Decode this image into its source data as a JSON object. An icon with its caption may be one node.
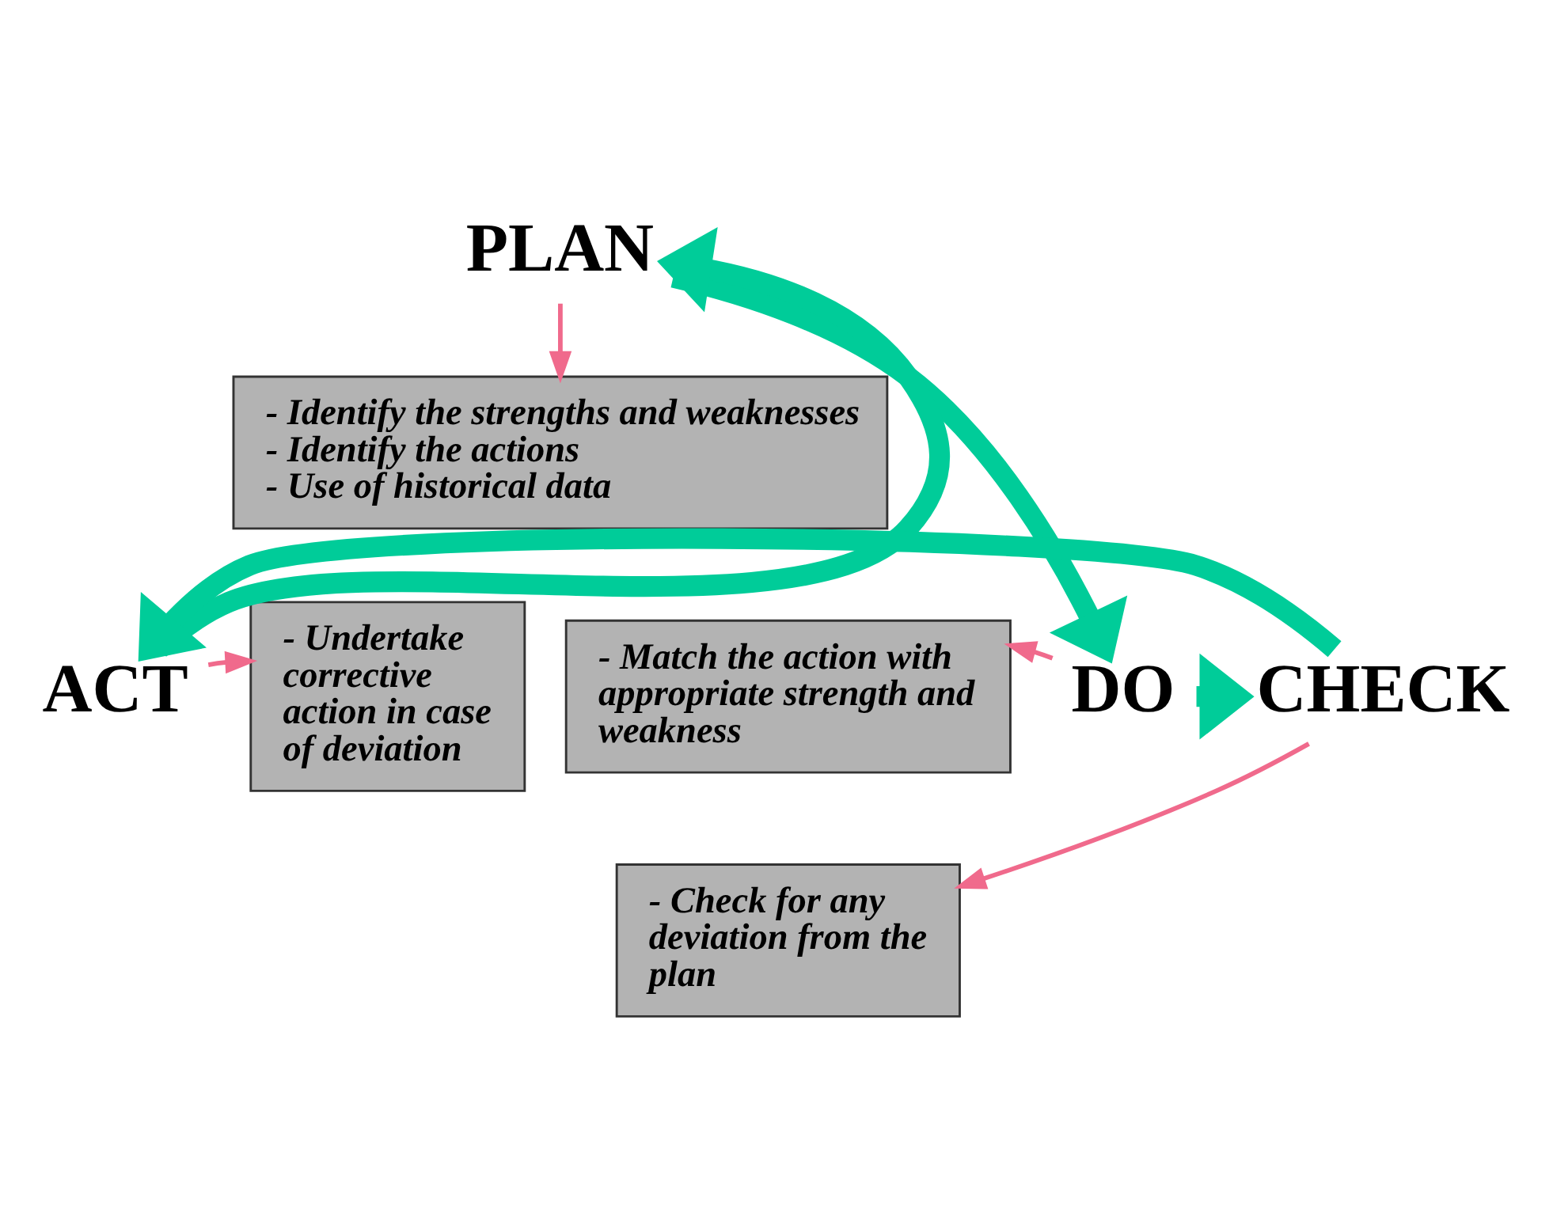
{
  "diagram": {
    "nodes": [
      {
        "text": [
          "PLAN"
        ]
      },
      {
        "text": [
          "- Identify the strengths and weaknesses",
          "- Identify the actions",
          "- Use of historical data"
        ]
      },
      {
        "text": [
          "ACT"
        ]
      },
      {
        "text": [
          "- Undertake corrective action in case of deviation"
        ]
      },
      {
        "text": [
          "- Match the action with appropriate strength and weakness"
        ]
      },
      {
        "text": [
          "DO"
        ]
      },
      {
        "text": [
          "- Check for any deviation from the plan"
        ]
      },
      {
        "text": [
          "CHECK"
        ]
      }
    ],
    "edges": [
      {
        "from": 0,
        "to": 1,
        "arrow": "to",
        "color": "#f06a8c"
      },
      {
        "from": 2,
        "to": 3,
        "arrow": "to",
        "color": "#f06a8c"
      },
      {
        "from": 5,
        "to": 4,
        "arrow": "to",
        "color": "#f06a8c"
      },
      {
        "from": 7,
        "to": 6,
        "arrow": "to",
        "color": "#f06a8c"
      },
      {
        "from": 2,
        "to": 0,
        "arrow": "to",
        "style": "thick",
        "color": "#00cc99"
      },
      {
        "from": 0,
        "to": 5,
        "arrow": "to",
        "style": "thick",
        "color": "#00cc99"
      },
      {
        "from": 5,
        "to": 7,
        "arrow": "to",
        "style": "thick",
        "color": "#00cc99"
      },
      {
        "from": 7,
        "to": 2,
        "arrow": "to",
        "style": "thick",
        "color": "#00cc99"
      }
    ]
  }
}
